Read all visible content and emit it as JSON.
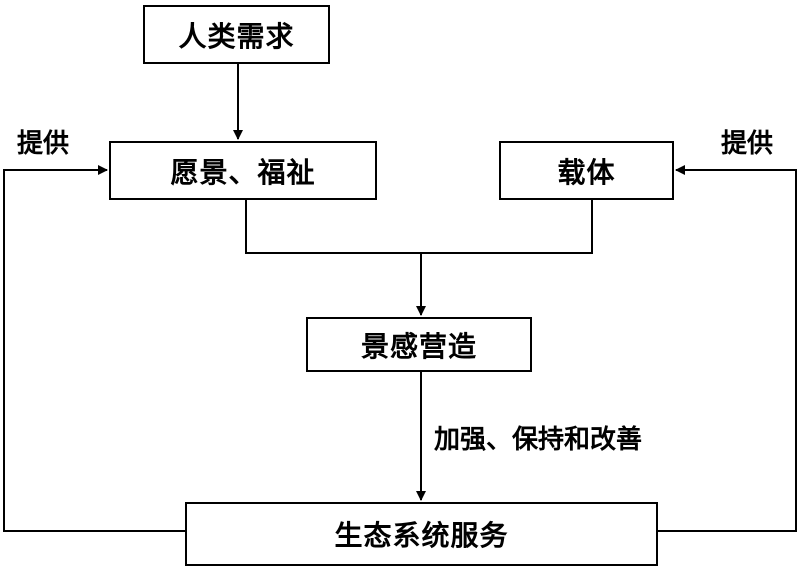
{
  "nodes": {
    "human_needs": "人类需求",
    "vision_welfare": "愿景、福祉",
    "carrier": "载体",
    "landscape_creation": "景感营造",
    "ecosystem_services": "生态系统服务"
  },
  "edge_labels": {
    "provide_left": "提供",
    "provide_right": "提供",
    "strengthen": "加强、保持和改善"
  }
}
